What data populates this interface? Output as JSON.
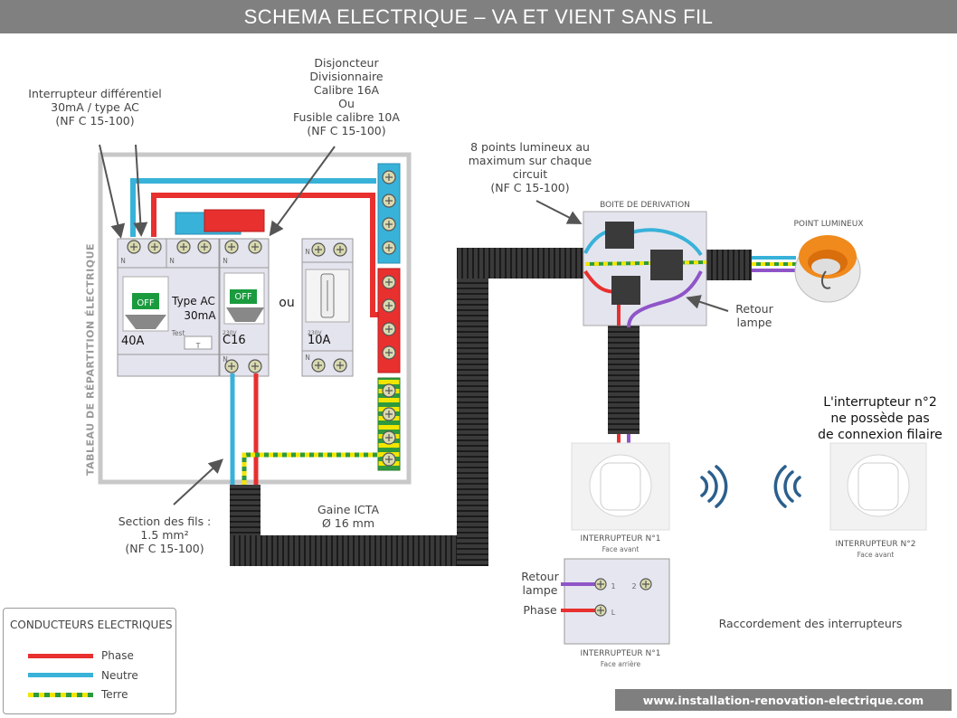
{
  "title": "SCHEMA ELECTRIQUE – VA ET VIENT SANS FIL",
  "colors": {
    "phase": "#e8302f",
    "neutral": "#38b2d9",
    "earth_green": "#2e9a3e",
    "earth_yellow": "#f2e600",
    "sheath": "#2a2a2a",
    "device": "#e4e4ee",
    "title_bg": "#808080"
  },
  "annotations": {
    "differential": [
      "Interrupteur différentiel",
      "30mA / type AC",
      "(NF C 15-100)"
    ],
    "breaker": [
      "Disjoncteur",
      "Divisionnaire",
      "Calibre 16A",
      "Ou",
      "Fusible calibre 10A",
      "(NF C 15-100)"
    ],
    "light_points": [
      "8 points lumineux au",
      "maximum sur chaque",
      "circuit",
      "(NF C 15-100)"
    ],
    "section": [
      "Section des fils :",
      "1.5 mm²",
      "(NF C 15-100)"
    ],
    "gaine": [
      "Gaine ICTA",
      "Ø 16 mm"
    ],
    "retour_lampe_box": [
      "Retour",
      "lampe"
    ],
    "switch2_note": [
      "L'interrupteur n°2",
      "ne possède pas",
      "de connexion filaire"
    ],
    "raccordement": "Raccordement  des interrupteurs"
  },
  "panel": {
    "vertical_label": "TABLEAU  DE RÉPARTITION ÉLECTRIQUE",
    "rcd": {
      "off": "OFF",
      "type": "Type AC",
      "sens": "30mA",
      "test": "Test",
      "t": "T",
      "rating": "40A",
      "n": "N"
    },
    "breaker": {
      "off": "OFF",
      "volt": "230V",
      "rating": "C16",
      "n": "N"
    },
    "fuse": {
      "volt": "230V",
      "rating": "10A",
      "n": "N"
    },
    "ou": "ou"
  },
  "junction_box": "BOITE DE DERIVATION",
  "lamp": "POINT LUMINEUX",
  "switch1_front": {
    "name": "INTERRUPTEUR N°1",
    "face": "Face avant"
  },
  "switch2_front": {
    "name": "INTERRUPTEUR N°2",
    "face": "Face avant"
  },
  "switch1_back": {
    "name": "INTERRUPTEUR N°1",
    "face": "Face arrière",
    "t1": "1",
    "t2": "2",
    "tl": "L"
  },
  "back_labels": {
    "retour": [
      "Retour",
      "lampe"
    ],
    "phase": "Phase"
  },
  "legend": {
    "title": "CONDUCTEURS ELECTRIQUES",
    "items": [
      "Phase",
      "Neutre",
      "Terre"
    ]
  },
  "footer": "www.installation-renovation-electrique.com"
}
